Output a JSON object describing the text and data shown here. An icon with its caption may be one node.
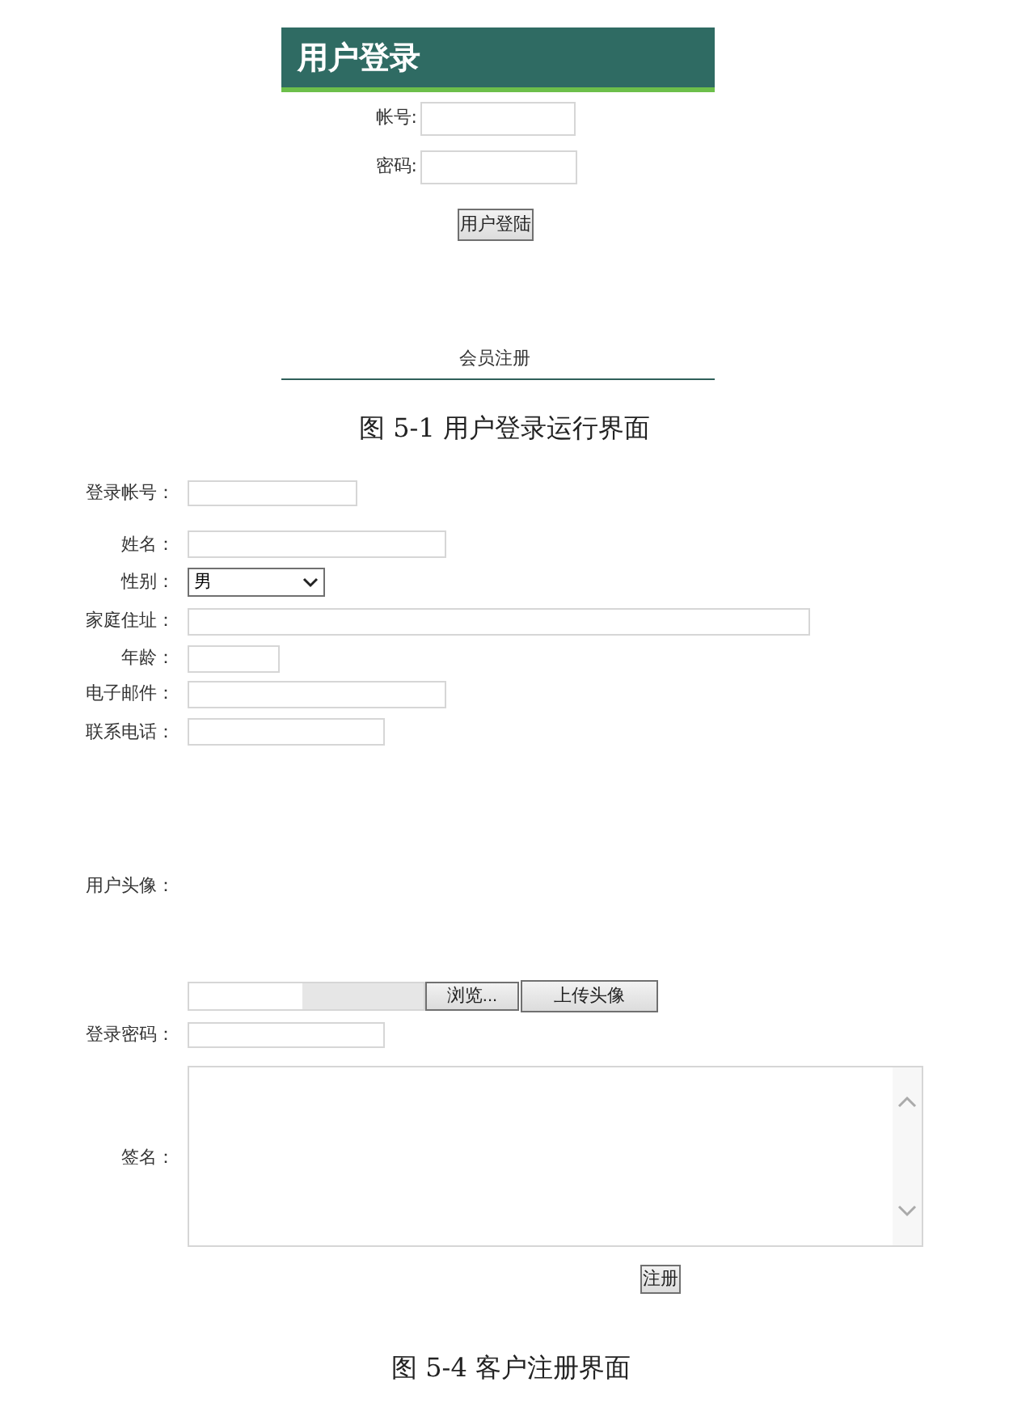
{
  "diagram": {
    "labels": [
      "用户登录",
      "帐号:",
      "密码:",
      "用户登陆",
      "会员注册",
      "图 5-1 用户登录运行界面",
      "登录帐号：",
      "姓名：",
      "性别：",
      "男",
      "家庭住址：",
      "年龄：",
      "电子邮件：",
      "联系电话：",
      "用户头像：",
      "浏览...",
      "上传头像",
      "登录密码：",
      "签名：",
      "注册",
      "图 5-4 客户注册界面"
    ]
  }
}
